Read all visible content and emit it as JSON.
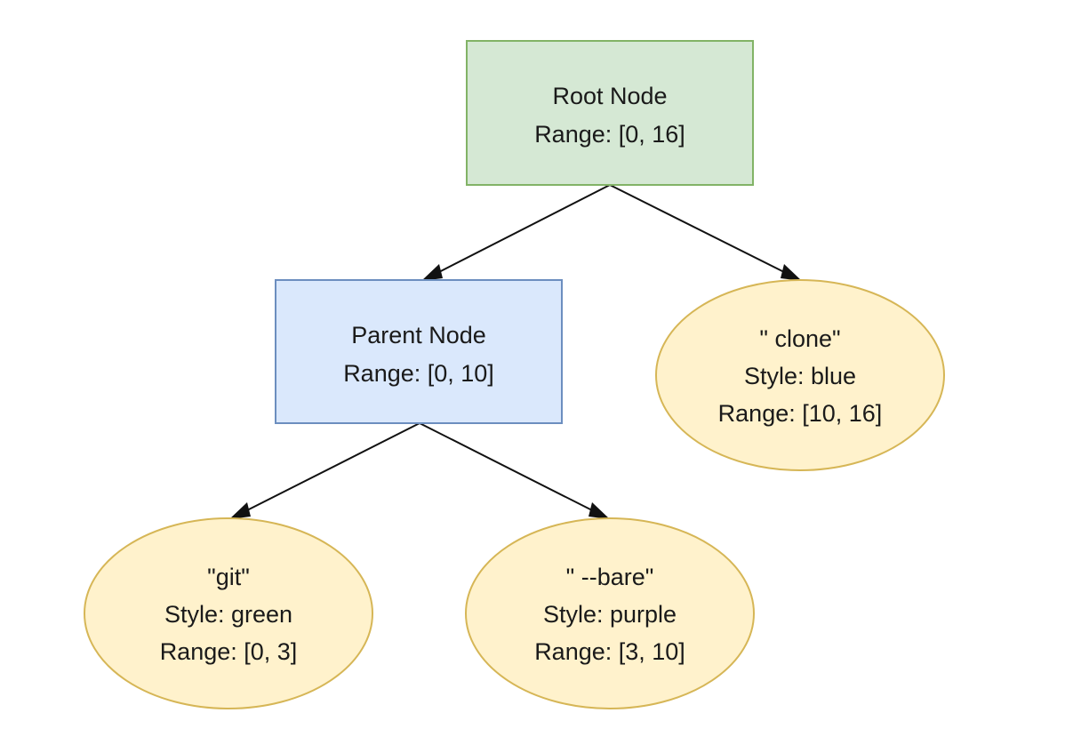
{
  "colors": {
    "root_fill": "#d5e8d4",
    "root_stroke": "#82b366",
    "parent_fill": "#dae8fc",
    "parent_stroke": "#6c8ebf",
    "leaf_fill": "#fff2cc",
    "leaf_stroke": "#d6b656",
    "edge": "#111111"
  },
  "nodes": {
    "root": {
      "shape": "rectangle",
      "lines": [
        "Root Node",
        "Range: [0, 16]"
      ]
    },
    "parent": {
      "shape": "rectangle",
      "lines": [
        "Parent Node",
        "Range: [0, 10]"
      ]
    },
    "clone": {
      "shape": "ellipse",
      "lines": [
        "\" clone\"",
        "Style: blue",
        "Range: [10, 16]"
      ]
    },
    "git": {
      "shape": "ellipse",
      "lines": [
        "\"git\"",
        "Style: green",
        "Range: [0, 3]"
      ]
    },
    "bare": {
      "shape": "ellipse",
      "lines": [
        "\" --bare\"",
        "Style: purple",
        "Range: [3, 10]"
      ]
    }
  },
  "edges": [
    {
      "from": "root",
      "to": "parent"
    },
    {
      "from": "root",
      "to": "clone"
    },
    {
      "from": "parent",
      "to": "git"
    },
    {
      "from": "parent",
      "to": "bare"
    }
  ]
}
